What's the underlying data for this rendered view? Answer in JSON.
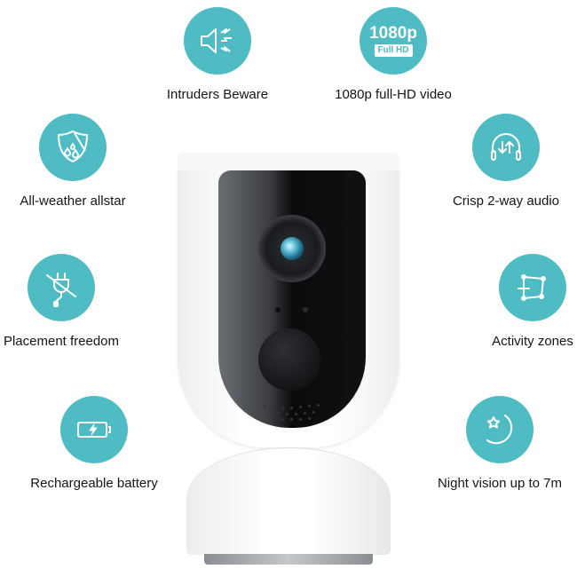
{
  "theme": {
    "accent": "#4fbcc4",
    "text": "#151515",
    "background": "#ffffff"
  },
  "features": [
    {
      "id": "intruders",
      "label": "Intruders Beware",
      "icon": "speaker-alarm-icon"
    },
    {
      "id": "video",
      "label": "1080p full-HD video",
      "icon": "1080p-badge-icon",
      "badge_big": "1080p",
      "badge_small": "Full HD"
    },
    {
      "id": "weather",
      "label": "All-weather allstar",
      "icon": "weather-shield-icon"
    },
    {
      "id": "audio",
      "label": "Crisp 2-way audio",
      "icon": "headphones-arrows-icon"
    },
    {
      "id": "placement",
      "label": "Placement freedom",
      "icon": "no-plug-icon"
    },
    {
      "id": "zones",
      "label": "Activity zones",
      "icon": "activity-zone-icon"
    },
    {
      "id": "battery",
      "label": "Rechargeable battery",
      "icon": "battery-charging-icon"
    },
    {
      "id": "night",
      "label": "Night vision up to 7m",
      "icon": "moon-star-icon"
    }
  ],
  "product": {
    "name": "camera-image"
  }
}
